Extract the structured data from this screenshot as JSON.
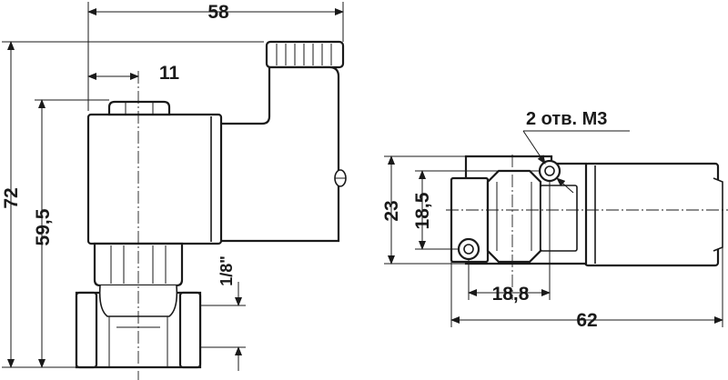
{
  "dimensions": {
    "overall_width": "58",
    "center_offset": "11",
    "overall_height": "72",
    "height_to_port": "59,5",
    "thread": "1/8\"",
    "side_height": "23",
    "side_hole_spacing": "18,5",
    "port_spacing": "18,8",
    "side_length": "62"
  },
  "callouts": {
    "mounting_holes": "2 отв. M3"
  },
  "colors": {
    "line": "#1a1a1a",
    "background": "#ffffff"
  }
}
